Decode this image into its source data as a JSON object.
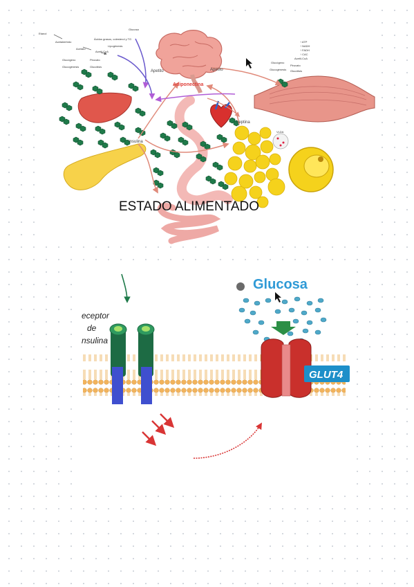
{
  "figure1": {
    "title": "ESTADO ALIMENTADO",
    "labels": {
      "apetito_left": "Apetito",
      "apetito_right": "Apetito",
      "adiponectina": "Adiponectina",
      "leptina": "Leptina",
      "insulina": "Insulina",
      "glucosa_top": "Glucosa",
      "etanol": "Etanol",
      "acetaldehido": "Acetaldehído",
      "acetato": "Acetato",
      "acidos_grasos": "Ácidos grasos, colesterol y TG",
      "lipogenesis": "Lipogénesis",
      "acetil_coa_left": "Acetil-CoA",
      "glucogeno_left": "Glucógeno",
      "piruvato_left": "Piruvato",
      "glucogenesis_left": "Glucogénesis",
      "glucolisis_left": "Glucólisis",
      "atp": "↑ ATP",
      "nadh": "↑ NADH",
      "fadh": "↑ FADH",
      "cac": "↑ CAC",
      "acetil_coa_right": "Acetil-CoA",
      "glucogeno_right": "Glucógeno",
      "piruvato_right": "Piruvato",
      "glucogenesis_right": "Glucogénesis",
      "glucolisis_right": "Glucólisis",
      "vlda": "VLDA"
    }
  },
  "figure2": {
    "glucosa": "Glucosa",
    "receptor_line1": "eceptor",
    "receptor_line2": "de",
    "receptor_line3": "nsulina",
    "glut4": "GLUT4"
  },
  "colors": {
    "glucose_green": "#1f7a4a",
    "glucose_blue": "#4fa9c9",
    "adiponectina_red": "#e0403a",
    "arrow_red": "#d93535",
    "membrane_orange": "#f2b35c",
    "glut4_red": "#c9302c",
    "glut4_label_bg": "#1d8fc9",
    "receptor_green": "#1d6b44",
    "receptor_blue": "#3f4fcf",
    "fat_yellow": "#f5d21c"
  },
  "icons": [
    "brain-icon",
    "liver-icon",
    "pancreas-icon",
    "heart-icon",
    "muscle-icon",
    "intestine-icon",
    "adipocyte-icon",
    "cursor-arrow-icon"
  ]
}
